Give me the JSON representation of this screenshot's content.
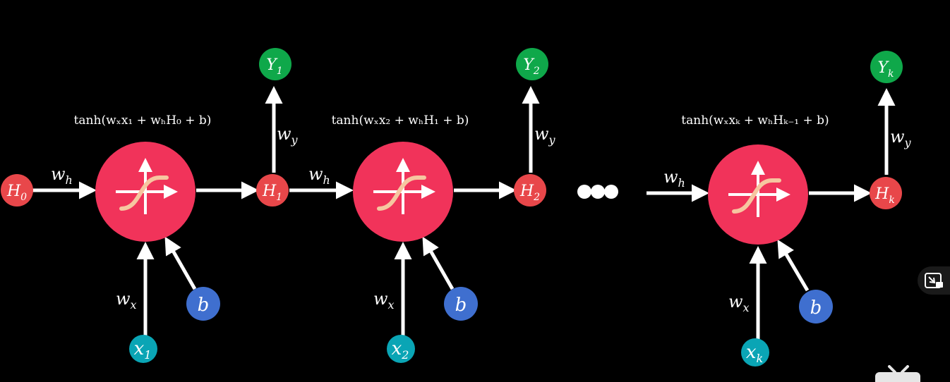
{
  "diagram": {
    "cells": [
      {
        "formula": "tanh(wₓx₁ + wₕH₀ + b)",
        "h_in": {
          "base": "H",
          "sub": "0"
        },
        "h_out": {
          "base": "H",
          "sub": "1"
        },
        "x": {
          "base": "x",
          "sub": "1"
        },
        "y": {
          "base": "Y",
          "sub": "1"
        },
        "b": "b",
        "wh": {
          "base": "w",
          "sub": "h"
        },
        "wx": {
          "base": "w",
          "sub": "x"
        },
        "wy": {
          "base": "w",
          "sub": "y"
        }
      },
      {
        "formula": "tanh(wₓx₂ + wₕH₁ + b)",
        "h_out": {
          "base": "H",
          "sub": "2"
        },
        "x": {
          "base": "x",
          "sub": "2"
        },
        "y": {
          "base": "Y",
          "sub": "2"
        },
        "b": "b",
        "wh": {
          "base": "w",
          "sub": "h"
        },
        "wx": {
          "base": "w",
          "sub": "x"
        },
        "wy": {
          "base": "w",
          "sub": "y"
        }
      },
      {
        "formula": "tanh(wₓxₖ + wₕHₖ₋₁ + b)",
        "h_out": {
          "base": "H",
          "sub": "k"
        },
        "x": {
          "base": "x",
          "sub": "k"
        },
        "y": {
          "base": "Y",
          "sub": "k"
        },
        "b": "b",
        "wh": {
          "base": "w",
          "sub": "h"
        },
        "wx": {
          "base": "w",
          "sub": "x"
        },
        "wy": {
          "base": "w",
          "sub": "y"
        }
      }
    ],
    "colors": {
      "background": "#000000",
      "cell": "#f1335a",
      "hidden": "#e8474a",
      "output": "#0fa84a",
      "input": "#0aa5b5",
      "bias": "#3f6fcf",
      "arrow": "#ffffff",
      "activation": "#f6c6a0"
    },
    "icons": [
      "tanh-activation-icon",
      "ellipsis-dots-icon",
      "picture-in-picture-icon",
      "tv-icon"
    ]
  }
}
